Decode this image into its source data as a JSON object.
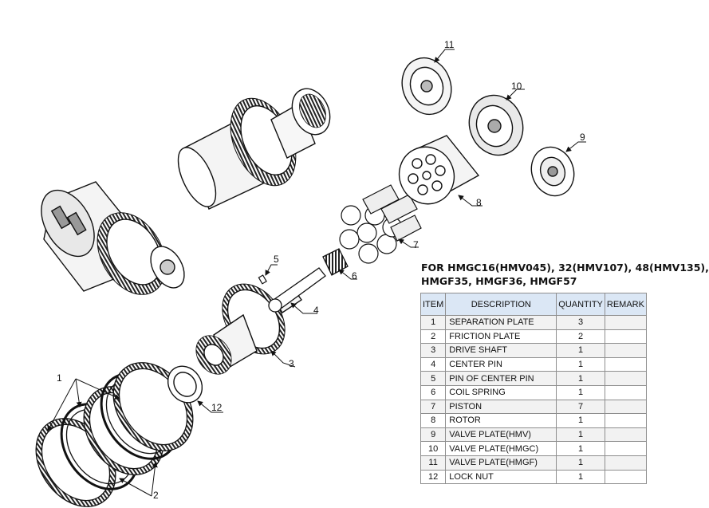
{
  "heading": {
    "line1": "FOR HMGC16(HMV045), 32(HMV107), 48(HMV135),",
    "line2": "HMGF35, HMGF36, HMGF57"
  },
  "table": {
    "headers": {
      "item": "ITEM",
      "description": "DESCRIPTION",
      "quantity": "QUANTITY",
      "remark": "REMARK"
    },
    "rows": [
      {
        "item": "1",
        "description": "SEPARATION PLATE",
        "quantity": "3",
        "remark": ""
      },
      {
        "item": "2",
        "description": "FRICTION PLATE",
        "quantity": "2",
        "remark": ""
      },
      {
        "item": "3",
        "description": "DRIVE SHAFT",
        "quantity": "1",
        "remark": ""
      },
      {
        "item": "4",
        "description": "CENTER PIN",
        "quantity": "1",
        "remark": ""
      },
      {
        "item": "5",
        "description": "PIN OF CENTER PIN",
        "quantity": "1",
        "remark": ""
      },
      {
        "item": "6",
        "description": "COIL SPRING",
        "quantity": "1",
        "remark": ""
      },
      {
        "item": "7",
        "description": "PISTON",
        "quantity": "7",
        "remark": ""
      },
      {
        "item": "8",
        "description": "ROTOR",
        "quantity": "1",
        "remark": ""
      },
      {
        "item": "9",
        "description": "VALVE PLATE(HMV)",
        "quantity": "1",
        "remark": ""
      },
      {
        "item": "10",
        "description": "VALVE PLATE(HMGC)",
        "quantity": "1",
        "remark": ""
      },
      {
        "item": "11",
        "description": "VALVE PLATE(HMGF)",
        "quantity": "1",
        "remark": ""
      },
      {
        "item": "12",
        "description": "LOCK NUT",
        "quantity": "1",
        "remark": ""
      }
    ]
  },
  "callouts": {
    "c1": "1",
    "c2": "2",
    "c3": "3",
    "c4": "4",
    "c5": "5",
    "c6": "6",
    "c7": "7",
    "c8": "8",
    "c9": "9",
    "c10": "10",
    "c11": "11",
    "c12": "12"
  }
}
